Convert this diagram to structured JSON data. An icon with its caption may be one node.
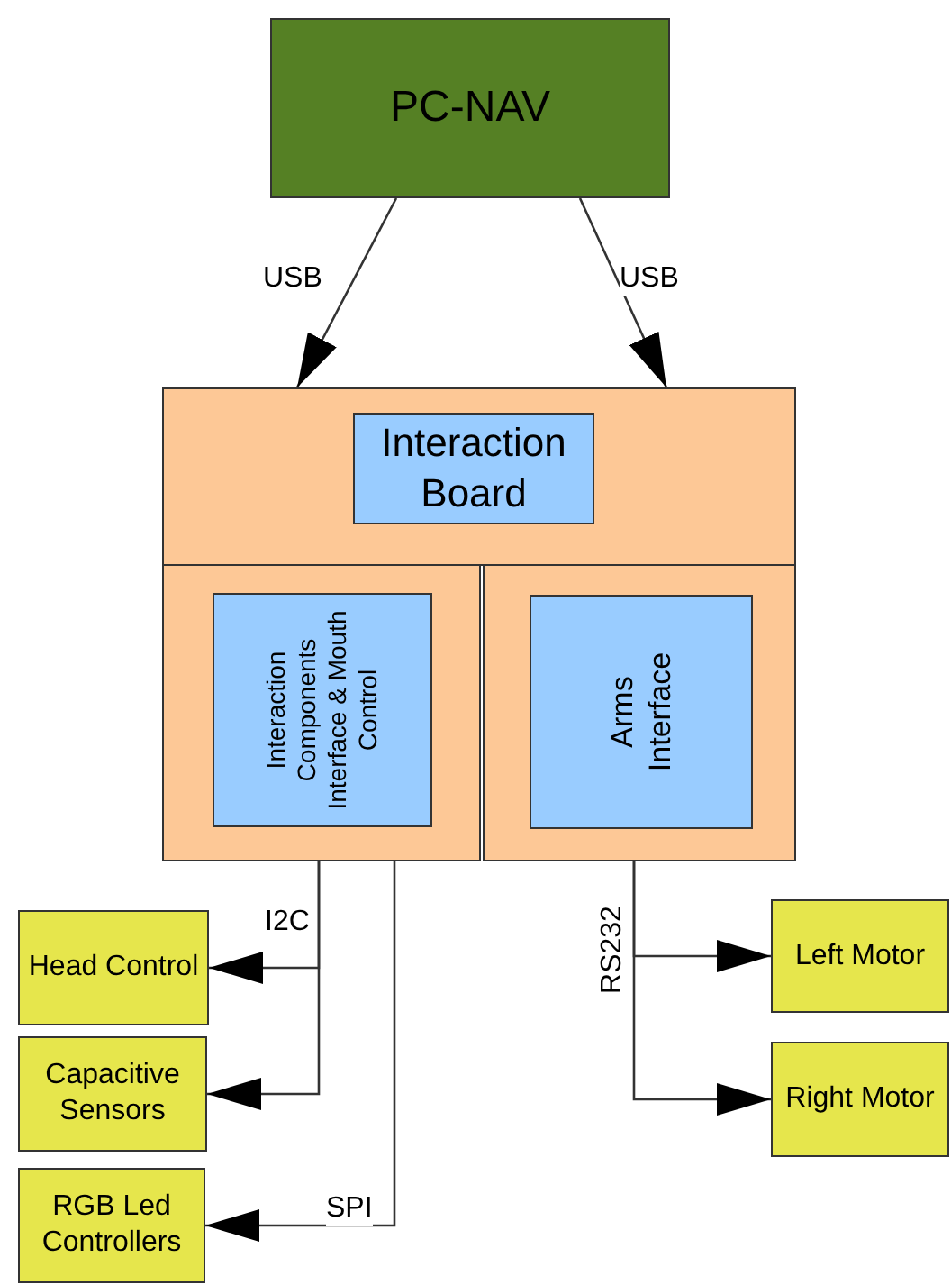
{
  "diagram": {
    "nodes": [
      {
        "text": [
          "PC-NAV"
        ]
      },
      {
        "text": [],
        "shape": "box"
      },
      {
        "text": [
          "Interaction Board"
        ],
        "in": 1
      },
      {
        "text": [],
        "shape": "box"
      },
      {
        "text": [
          "Interaction Components Interface & Mouth Control"
        ],
        "in": 3
      },
      {
        "text": [],
        "shape": "box"
      },
      {
        "text": [
          "Arms Interface"
        ],
        "in": 5
      },
      {
        "text": [
          "Head Control"
        ]
      },
      {
        "text": [
          "Capacitive Sensors"
        ]
      },
      {
        "text": [
          "RGB Led Controllers"
        ]
      },
      {
        "text": [
          "Left Motor"
        ]
      },
      {
        "text": [
          "Right Motor"
        ]
      }
    ],
    "edges": [
      {
        "from": 0,
        "to": 1,
        "arrow": "to",
        "label": "USB"
      },
      {
        "from": 0,
        "to": 1,
        "arrow": "to",
        "label": "USB"
      },
      {
        "from": 3,
        "to": 7,
        "arrow": "to",
        "label": "I2C"
      },
      {
        "from": 3,
        "to": 8,
        "arrow": "to"
      },
      {
        "from": 3,
        "to": 9,
        "arrow": "to",
        "label": "SPI"
      },
      {
        "from": 5,
        "to": 10,
        "arrow": "to",
        "label": "RS232"
      },
      {
        "from": 5,
        "to": 11,
        "arrow": "to"
      }
    ]
  }
}
